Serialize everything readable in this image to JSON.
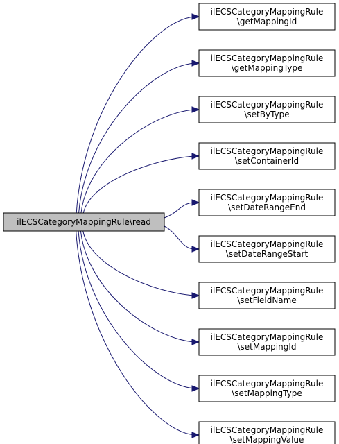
{
  "root": {
    "label": "ilECSCategoryMappingRule\\read"
  },
  "callees": [
    {
      "line1": "ilECSCategoryMappingRule",
      "line2": "\\getMappingId"
    },
    {
      "line1": "ilECSCategoryMappingRule",
      "line2": "\\getMappingType"
    },
    {
      "line1": "ilECSCategoryMappingRule",
      "line2": "\\setByType"
    },
    {
      "line1": "ilECSCategoryMappingRule",
      "line2": "\\setContainerId"
    },
    {
      "line1": "ilECSCategoryMappingRule",
      "line2": "\\setDateRangeEnd"
    },
    {
      "line1": "ilECSCategoryMappingRule",
      "line2": "\\setDateRangeStart"
    },
    {
      "line1": "ilECSCategoryMappingRule",
      "line2": "\\setFieldName"
    },
    {
      "line1": "ilECSCategoryMappingRule",
      "line2": "\\setMappingId"
    },
    {
      "line1": "ilECSCategoryMappingRule",
      "line2": "\\setMappingType"
    },
    {
      "line1": "ilECSCategoryMappingRule",
      "line2": "\\setMappingValue"
    }
  ],
  "colors": {
    "edge": "#191970",
    "root_fill": "#bfbfbf",
    "node_fill": "#ffffff",
    "border": "#000000"
  }
}
